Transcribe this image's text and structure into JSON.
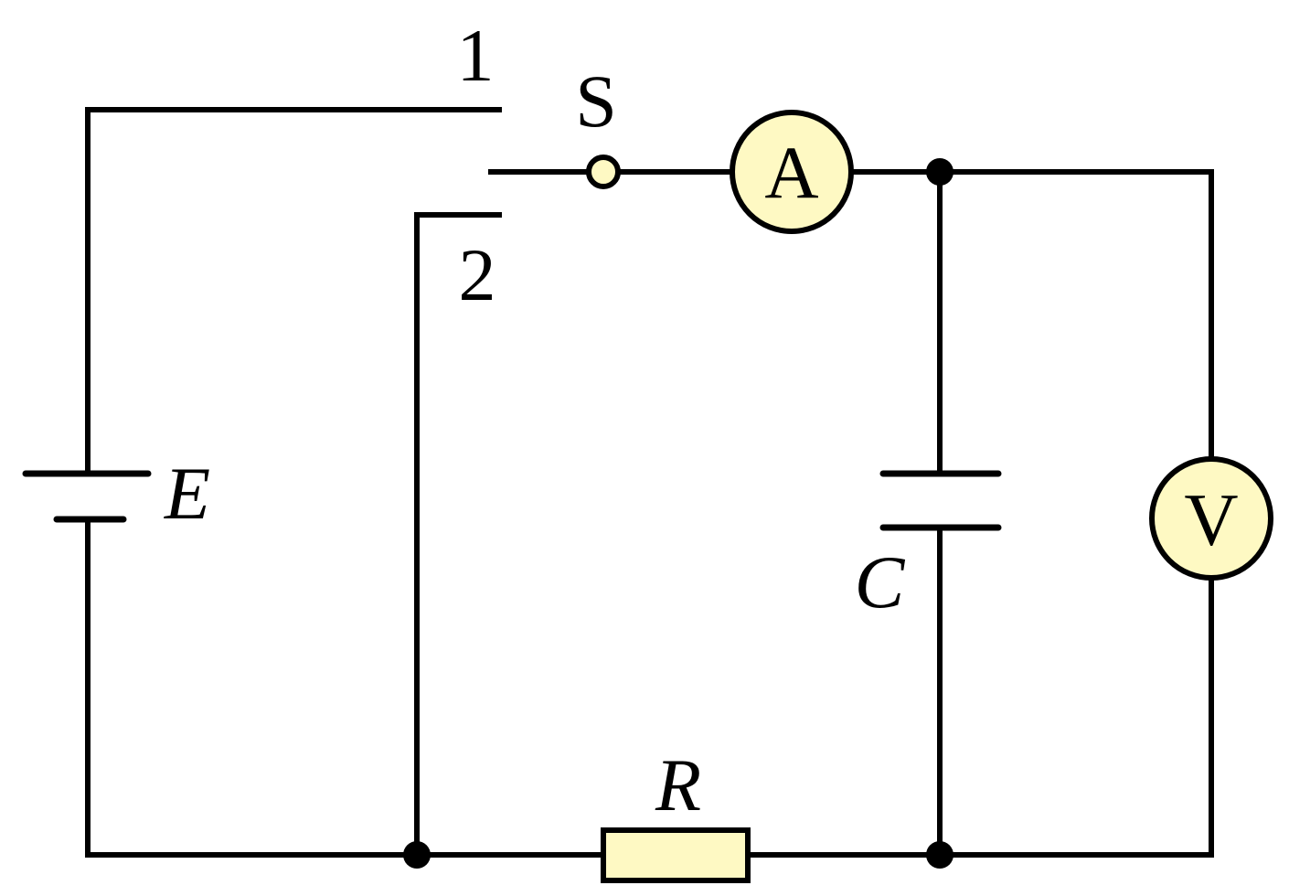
{
  "colors": {
    "component_fill": "#fef9c3",
    "wire": "#000000"
  },
  "labels": {
    "switch": "S",
    "terminal_1": "1",
    "terminal_2": "2",
    "battery": "E",
    "capacitor": "C",
    "resistor": "R",
    "ammeter": "A",
    "voltmeter": "V"
  }
}
